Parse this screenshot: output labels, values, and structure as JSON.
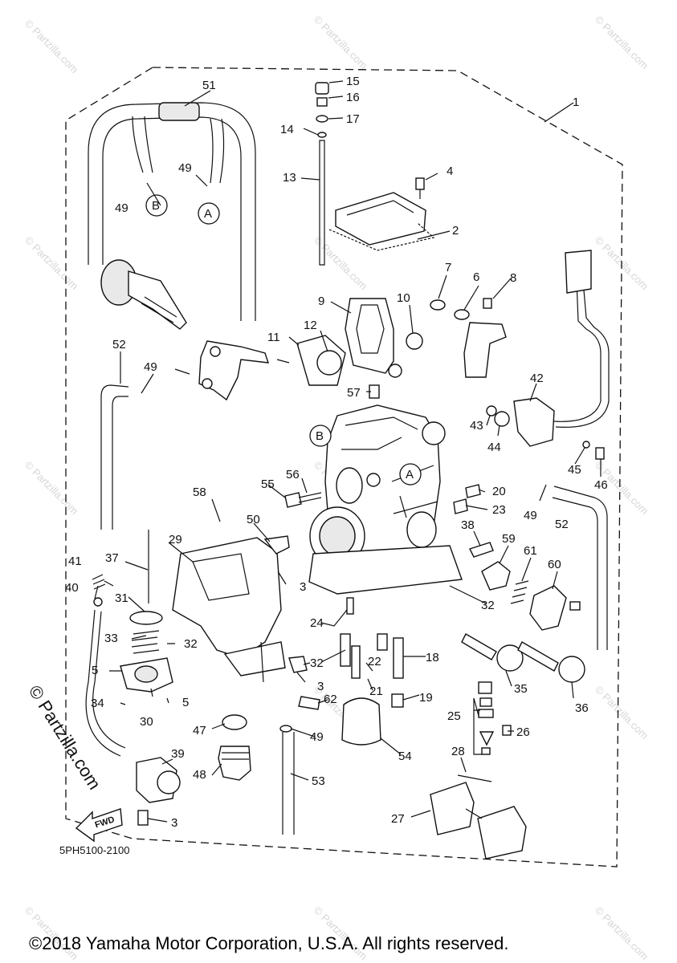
{
  "callout_labels": [
    "1",
    "2",
    "3",
    "3",
    "3",
    "3",
    "4",
    "5",
    "5",
    "6",
    "7",
    "8",
    "9",
    "10",
    "11",
    "12",
    "13",
    "14",
    "15",
    "16",
    "17",
    "18",
    "19",
    "20",
    "21",
    "22",
    "23",
    "24",
    "25",
    "26",
    "27",
    "28",
    "29",
    "30",
    "31",
    "32",
    "32",
    "32",
    "33",
    "34",
    "35",
    "36",
    "37",
    "38",
    "39",
    "40",
    "41",
    "42",
    "43",
    "44",
    "45",
    "46",
    "47",
    "48",
    "49",
    "49",
    "49",
    "49",
    "49",
    "50",
    "50",
    "51",
    "52",
    "52",
    "53",
    "54",
    "55",
    "56",
    "57",
    "58",
    "59",
    "60",
    "61",
    "62"
  ],
  "reference_markers": [
    "A",
    "B",
    "A",
    "B"
  ],
  "fwd_label": "FWD",
  "diagram_code": "5PH5100-2100",
  "watermark_text": "© Partzilla.com",
  "copyright": "©2018 Yamaha Motor Corporation, U.S.A. All rights reserved."
}
